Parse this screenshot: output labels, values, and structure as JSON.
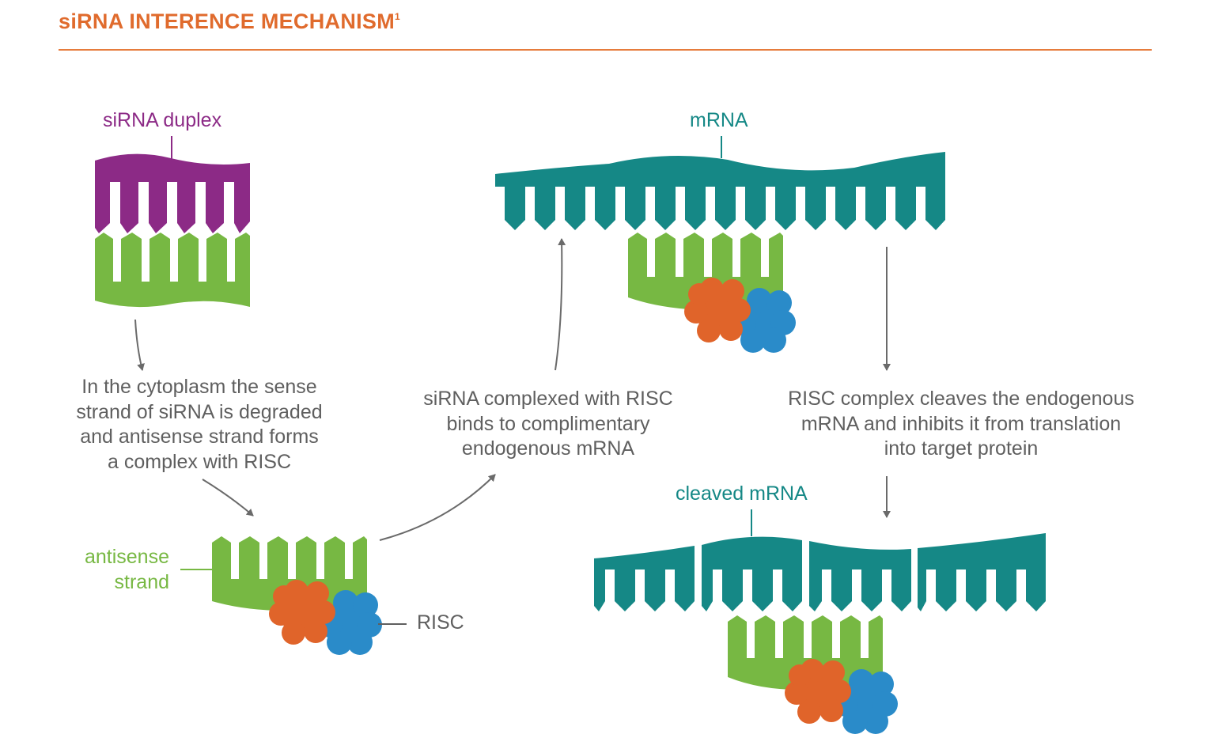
{
  "title": {
    "text": "siRNA INTERENCE MECHANISM",
    "superscript": "1"
  },
  "labels": {
    "sirna_duplex": "siRNA duplex",
    "mrna": "mRNA",
    "antisense_strand_line1": "antisense",
    "antisense_strand_line2": "strand",
    "risc": "RISC",
    "cleaved_mrna": "cleaved mRNA"
  },
  "steps": {
    "step1": [
      "In the cytoplasm the sense",
      "strand of siRNA is degraded",
      "and antisense strand forms",
      "a complex with RISC"
    ],
    "step2": [
      "siRNA complexed with RISC",
      "binds to complimentary",
      "endogenous mRNA"
    ],
    "step3": [
      "RISC complex cleaves the endogenous",
      "mRNA and inhibits it from translation",
      "into target protein"
    ]
  },
  "colors": {
    "title": "#e06b2d",
    "sense_strand": "#8c2a86",
    "antisense_strand": "#77b843",
    "mrna": "#158886",
    "risc_orange": "#e0642a",
    "risc_blue": "#2a8bc9",
    "arrow": "#6a6a6a",
    "text": "#5f5f5f"
  }
}
